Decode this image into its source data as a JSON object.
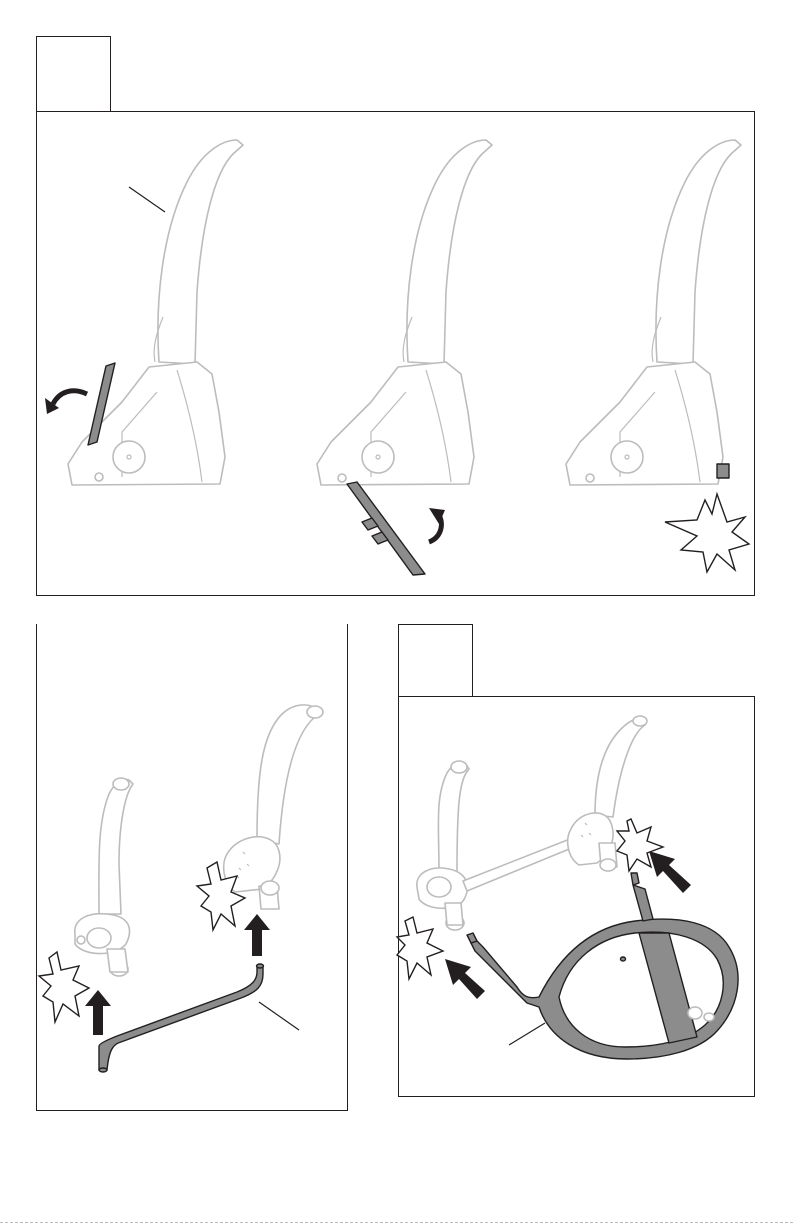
{
  "document": {
    "panels": [
      {
        "id": "step-top",
        "number": ""
      },
      {
        "id": "step-bottom-left",
        "number": ""
      },
      {
        "id": "step-bottom-right",
        "number": ""
      }
    ]
  },
  "colors": {
    "line": "#231f20",
    "part_outline": "#bdbcbc",
    "part_fill_dark": "#8c8c8c",
    "background": "#ffffff"
  }
}
